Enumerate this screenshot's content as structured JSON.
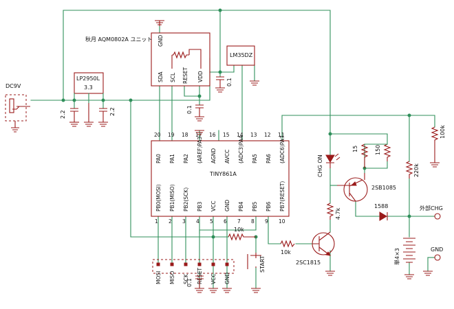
{
  "labels": {
    "module_title": "秋月 AQM0802A ユニット",
    "reg_lp2950": "LP2950L",
    "reg_voltage": "3.3",
    "sensor_lm35": "LM35DZ",
    "mcu_name": "TINY861A",
    "dc_input": "DC9V",
    "chg_on": "CHG ON",
    "ext_chg": "外部CHG",
    "gnd_label": "GND",
    "battery": "単4×3",
    "start": "START",
    "q_pnp": "2SB1085",
    "q_npn": "2SC1815",
    "diode": "1588"
  },
  "lcd_pins": [
    "GND",
    "SDA",
    "SCL",
    "RESET",
    "VDD"
  ],
  "mcu_top_pins": [
    {
      "num": "20",
      "name": "PA0"
    },
    {
      "num": "19",
      "name": "PA1"
    },
    {
      "num": "18",
      "name": "PA2"
    },
    {
      "num": "17",
      "name": "(AREF)PA3"
    },
    {
      "num": "16",
      "name": "AGND"
    },
    {
      "num": "15",
      "name": "AVCC"
    },
    {
      "num": "14",
      "name": "(ADC3)PA4"
    },
    {
      "num": "13",
      "name": "PA5"
    },
    {
      "num": "12",
      "name": "PA6"
    },
    {
      "num": "11",
      "name": "(ADC6)PA7"
    }
  ],
  "mcu_bottom_pins": [
    {
      "num": "1",
      "name": "PB0(MOSI)"
    },
    {
      "num": "2",
      "name": "PB1(MISO)"
    },
    {
      "num": "3",
      "name": "PB2(SCK)"
    },
    {
      "num": "4",
      "name": "PB3"
    },
    {
      "num": "5",
      "name": "VCC"
    },
    {
      "num": "6",
      "name": "GND"
    },
    {
      "num": "7",
      "name": "PB4"
    },
    {
      "num": "8",
      "name": "PB5"
    },
    {
      "num": "9",
      "name": "PB6"
    },
    {
      "num": "10",
      "name": "PB7(RESET)"
    }
  ],
  "isp_pins": [
    "MOSI",
    "MISO",
    "SCK",
    "RESET",
    "VCC",
    "GND"
  ],
  "values": {
    "c_in": "2.2",
    "c_out": "2.2",
    "c_lm35": "0.1",
    "c_vdd": "0.1",
    "c_isp": "0.1",
    "r_pullup": "10k",
    "r_base": "10k",
    "r_coll": "4.7k",
    "r_15": "15",
    "r_150": "150",
    "r_220k": "220k",
    "r_100k": "100k"
  },
  "colors": {
    "wire": "#2f8f5a",
    "component": "#9a1a1a"
  }
}
